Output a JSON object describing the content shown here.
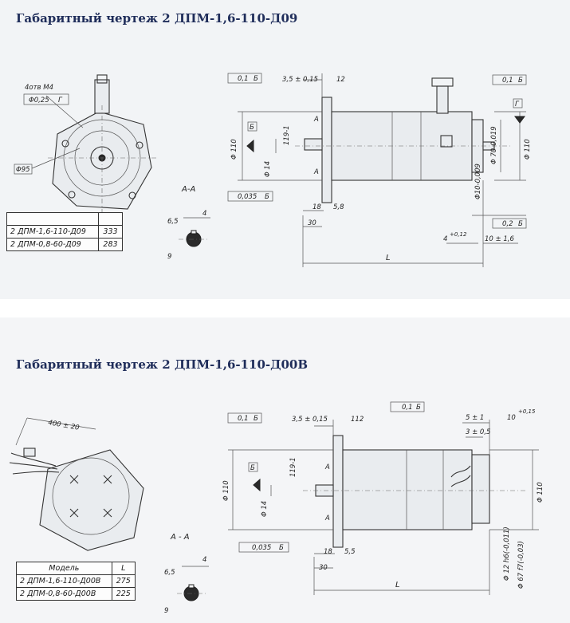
{
  "drawing_1": {
    "title": "Габаритный чертеж 2 ДПМ-1,6-110-Д09",
    "labels": {
      "holes": "4отв М4",
      "hole_tol": "Φ0,25",
      "hole_base": "Г",
      "pcd": "Φ95",
      "section": "А-А",
      "key_h": "6,5",
      "key_w": "4",
      "shaft_d": "9",
      "runout_1": "0,1",
      "runout_base": "Б",
      "flange_gap": "3,5 ± 0,15",
      "flange_thk": "12",
      "dia_110": "Φ 110",
      "dia_14": "Φ 14",
      "datum_b": "Б",
      "dim_h": "119-1",
      "sec_mark": "А",
      "runout_2": "0,035",
      "dim_18": "18",
      "dim_58": "5,8",
      "dim_30": "30",
      "runout_3": "0,1",
      "datum_g": "Г",
      "dia_70": "Φ 70-0,019",
      "dia_110r": "Φ 110",
      "dia_10": "Φ10-0,009",
      "runout_4": "0,2",
      "dim_4": "4",
      "dim_4_tol": "+0,12",
      "dim_1016": "10 ± 1,6",
      "length": "L"
    },
    "table": {
      "rows": [
        {
          "model": "",
          "l": ""
        },
        {
          "model": "2 ДПМ-1,6-110-Д09",
          "l": "333"
        },
        {
          "model": "2 ДПМ-0,8-60-Д09",
          "l": "283"
        }
      ]
    }
  },
  "drawing_2": {
    "title": "Габаритный чертеж 2 ДПМ-1,6-110-Д00В",
    "labels": {
      "lead": "400 ± 20",
      "section": "А - А",
      "key_h": "6,5",
      "key_w": "4",
      "shaft_d": "9",
      "runout_1": "0,1",
      "runout_base": "Б",
      "flange_gap": "3,5 ± 0,15",
      "flange_thk": "112",
      "runout_top": "0,1",
      "dia_110": "Φ 110",
      "dia_14": "Φ 14",
      "datum_b": "Б",
      "dim_h": "119-1",
      "sec_mark": "А",
      "runout_2": "0,035",
      "dim_18": "18",
      "dim_55": "5,5",
      "dim_30": "30",
      "dim_5": "5 ± 1",
      "dim_3": "3 ± 0,5",
      "dim_10": "10",
      "dim_10_tol": "+0,15",
      "dia_110r": "Φ 110",
      "dia_12": "Φ 12 h6(-0,011)",
      "dia_67": "Φ 67 f7(-0,03)",
      "length": "L"
    },
    "table": {
      "header": {
        "model": "Модель",
        "l": "L"
      },
      "rows": [
        {
          "model": "2 ДПМ-1,6-110-Д00В",
          "l": "275"
        },
        {
          "model": "2 ДПМ-0,8-60-Д00В",
          "l": "225"
        }
      ]
    }
  }
}
